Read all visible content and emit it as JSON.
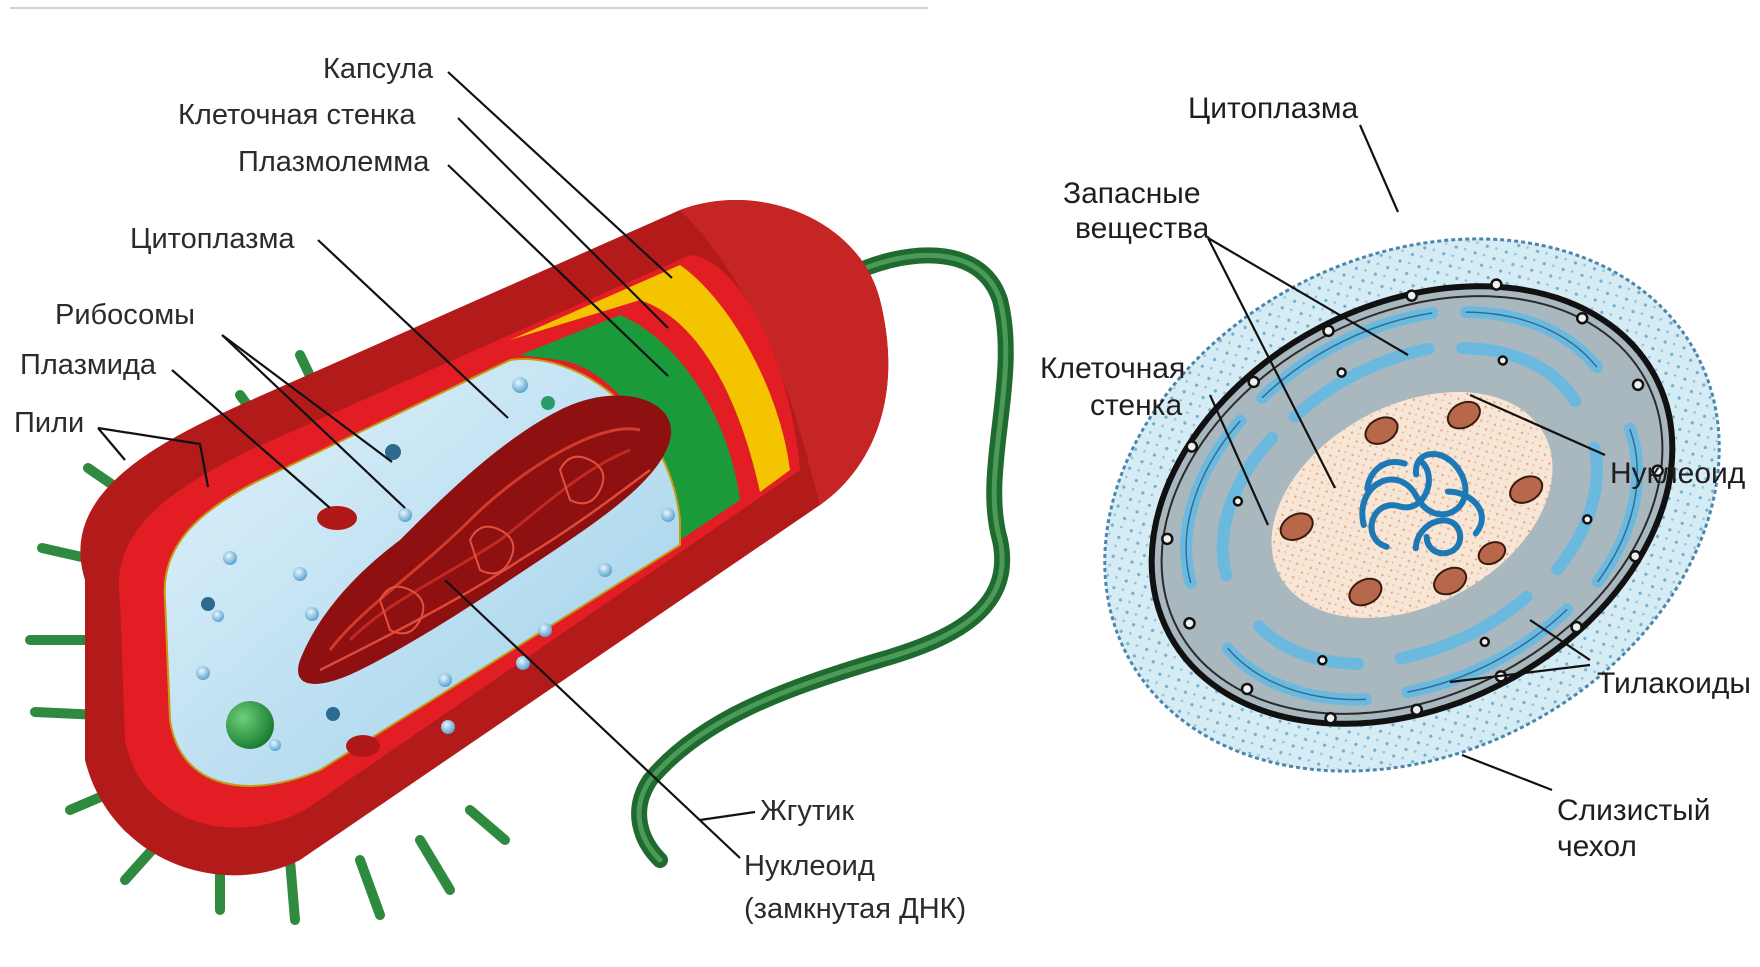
{
  "left_diagram": {
    "labels": {
      "capsule": "Капсула",
      "cell_wall": "Клеточная стенка",
      "plasmolemma": "Плазмолемма",
      "cytoplasm": "Цитоплазма",
      "ribosomes": "Рибосомы",
      "plasmid": "Плазмида",
      "pili": "Пили",
      "flagellum": "Жгутик",
      "nucleoid_line1": "Нуклеоид",
      "nucleoid_line2": "(замкнутая ДНК)"
    },
    "colors": {
      "capsule": "#b31b1b",
      "wall": "#e21d24",
      "yellow_layer": "#f5c400",
      "green_layer": "#1a9a3a",
      "cytoplasm": "#b9dff3",
      "dna": "#8e1010",
      "flagellum": "#1f6b2f"
    }
  },
  "right_diagram": {
    "labels": {
      "cytoplasm": "Цитоплазма",
      "reserve_line1": "Запасные",
      "reserve_line2": "вещества",
      "cell_wall_line1": "Клеточная",
      "cell_wall_line2": "стенка",
      "nucleoid": "Нуклеоид",
      "thylakoids": "Тилакоиды",
      "sheath_line1": "Слизистый",
      "sheath_line2": "чехол"
    },
    "colors": {
      "sheath": "#d6ecf5",
      "cytoplasm": "#a9b8bf",
      "thylakoid": "#6bb9de",
      "center": "#f7e6d6",
      "dna": "#1d79b6",
      "granule": "#b8684a"
    }
  }
}
